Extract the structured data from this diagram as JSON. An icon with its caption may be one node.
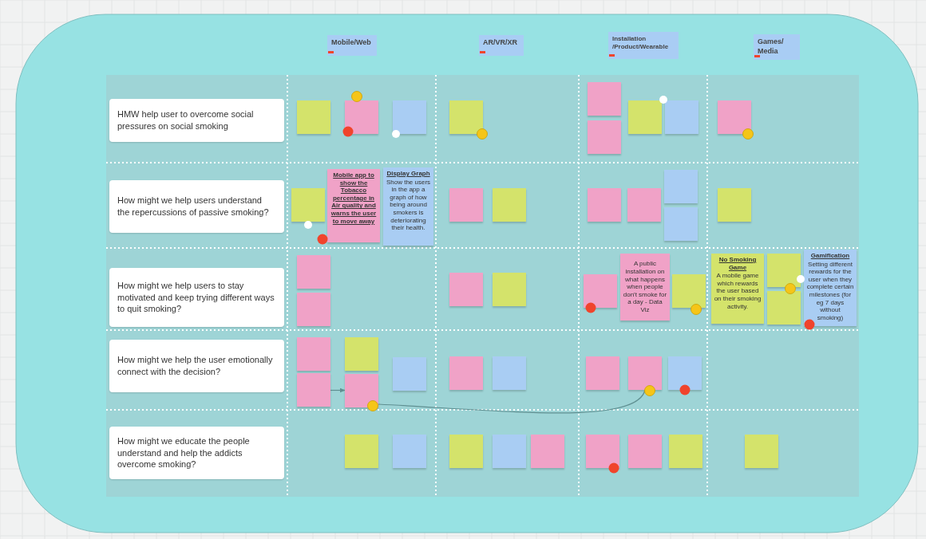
{
  "diagram": {
    "nodes": [
      {
        "text": [
          "Mobile/Web"
        ]
      },
      {
        "text": [
          "AR/VR/XR"
        ]
      },
      {
        "text": [
          "Installation /Product/Wearable"
        ]
      },
      {
        "text": [
          "Games/ Media"
        ]
      },
      {
        "text": [
          "HMW help user to overcome social pressures on social smoking"
        ]
      },
      {
        "text": [
          "How might we help users understand the repercussions of passive smoking?"
        ]
      },
      {
        "text": [
          "How might we help users to stay motivated and keep trying different ways to quit smoking?"
        ]
      },
      {
        "text": [
          "How might we help the user emotionally connect with the decision?"
        ]
      },
      {
        "text": [
          "How might we educate the people understand and help the addicts overcome smoking?"
        ]
      },
      {
        "text": [],
        "shape": "box"
      },
      {
        "text": [],
        "shape": "box"
      },
      {
        "text": [],
        "shape": "box"
      },
      {
        "text": [],
        "shape": "box"
      },
      {
        "text": [],
        "shape": "box"
      },
      {
        "text": [],
        "shape": "box"
      },
      {
        "text": [],
        "shape": "box"
      },
      {
        "text": [],
        "shape": "box"
      },
      {
        "text": [],
        "shape": "box"
      },
      {
        "text": [],
        "shape": "box"
      },
      {
        "text": [
          "Mobile app to show the Tobacco percentage in Air quality and warns the user to move away"
        ]
      },
      {
        "text": [
          "Display Graph",
          "Show the users in the app a graph of how being around smokers is deteriorating their health."
        ]
      },
      {
        "text": [],
        "shape": "box"
      },
      {
        "text": [],
        "shape": "box"
      },
      {
        "text": [],
        "shape": "box"
      },
      {
        "text": [],
        "shape": "box"
      },
      {
        "text": [],
        "shape": "box"
      },
      {
        "text": [],
        "shape": "box"
      },
      {
        "text": [],
        "shape": "box"
      },
      {
        "text": [],
        "shape": "box"
      },
      {
        "text": [],
        "shape": "box"
      },
      {
        "text": [],
        "shape": "box"
      },
      {
        "text": [],
        "shape": "box"
      },
      {
        "text": [],
        "shape": "box"
      },
      {
        "text": [
          "A public installation on what happens when people don't smoke for a day - Data Viz"
        ]
      },
      {
        "text": [],
        "shape": "box"
      },
      {
        "text": [
          "No Smoking Game",
          "A mobile game which rewards the user based on their smoking activity."
        ]
      },
      {
        "text": [],
        "shape": "box"
      },
      {
        "text": [
          "Gamification",
          "Setting different rewards for the user when they complete certain milestones (for eg 7 days without smoking)"
        ]
      },
      {
        "text": [],
        "shape": "box"
      },
      {
        "text": [],
        "shape": "box"
      },
      {
        "text": [],
        "shape": "box"
      },
      {
        "text": [],
        "shape": "box"
      },
      {
        "text": [],
        "shape": "box"
      },
      {
        "text": [],
        "shape": "box"
      },
      {
        "text": [],
        "shape": "box"
      },
      {
        "text": [],
        "shape": "box"
      },
      {
        "text": [],
        "shape": "box"
      },
      {
        "text": [],
        "shape": "box"
      },
      {
        "text": [],
        "shape": "box"
      },
      {
        "text": [],
        "shape": "box"
      },
      {
        "text": [],
        "shape": "box"
      },
      {
        "text": [],
        "shape": "box"
      },
      {
        "text": [],
        "shape": "box"
      },
      {
        "text": [],
        "shape": "box"
      },
      {
        "text": [],
        "shape": "box"
      },
      {
        "text": [],
        "shape": "box"
      },
      {
        "text": [],
        "shape": "box"
      },
      {
        "text": [],
        "shape": "box"
      }
    ],
    "edges": [
      {
        "from": 40,
        "to": 42,
        "arrow": "to"
      },
      {
        "from": 42,
        "to": 47,
        "arrow": "none"
      }
    ]
  }
}
